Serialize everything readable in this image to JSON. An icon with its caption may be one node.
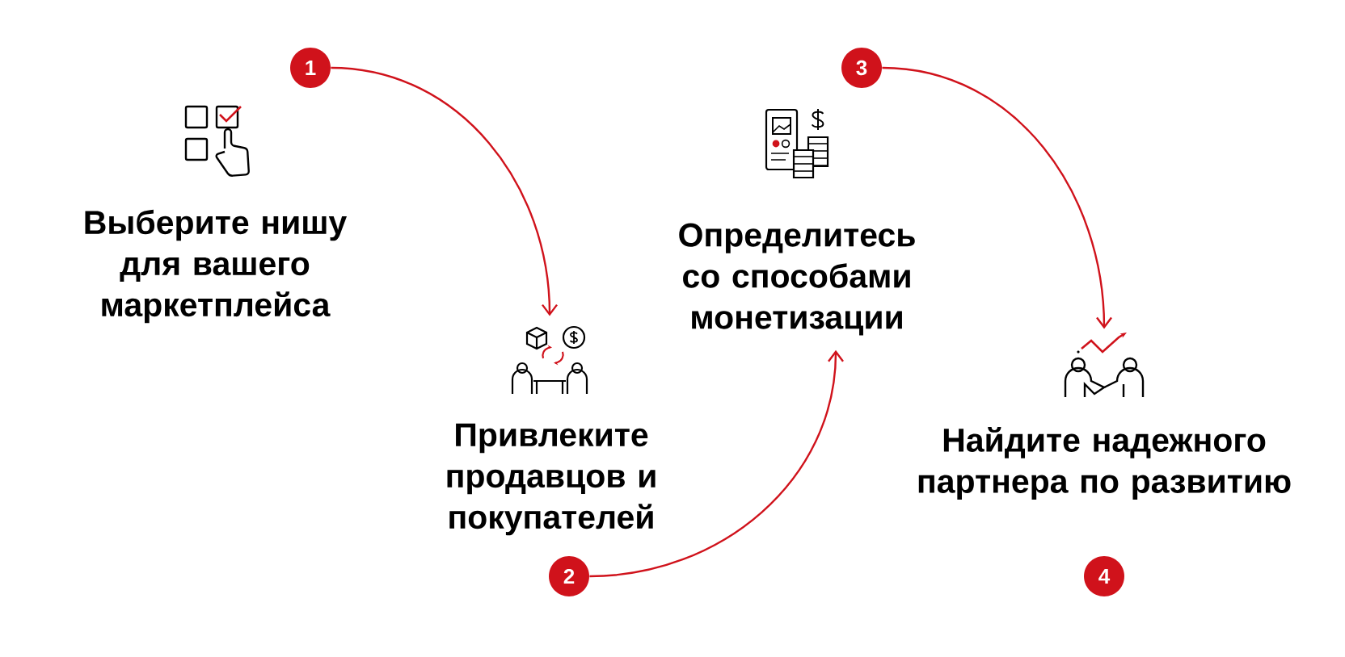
{
  "diagram": {
    "nodes": [
      {
        "text": [],
        "shape": "picture"
      },
      {
        "text": [
          "Выберите нишу для вашего маркетплейса"
        ]
      },
      {
        "text": [
          "1"
        ]
      },
      {
        "text": [],
        "shape": "picture"
      },
      {
        "text": [
          "Привлеките продавцов и покупателей"
        ]
      },
      {
        "text": [
          "2"
        ]
      },
      {
        "text": [],
        "shape": "picture"
      },
      {
        "text": [
          "Определитесь со способами монетизации"
        ]
      },
      {
        "text": [
          "3"
        ]
      },
      {
        "text": [],
        "shape": "picture"
      },
      {
        "text": [
          "Найдите надежного партнера по развитию"
        ]
      },
      {
        "text": [
          "4"
        ]
      }
    ],
    "edges": [
      {
        "from": 2,
        "to": 3,
        "arrow": "to"
      },
      {
        "from": 5,
        "to": 7,
        "arrow": "to"
      },
      {
        "from": 8,
        "to": 9,
        "arrow": "to"
      }
    ]
  }
}
